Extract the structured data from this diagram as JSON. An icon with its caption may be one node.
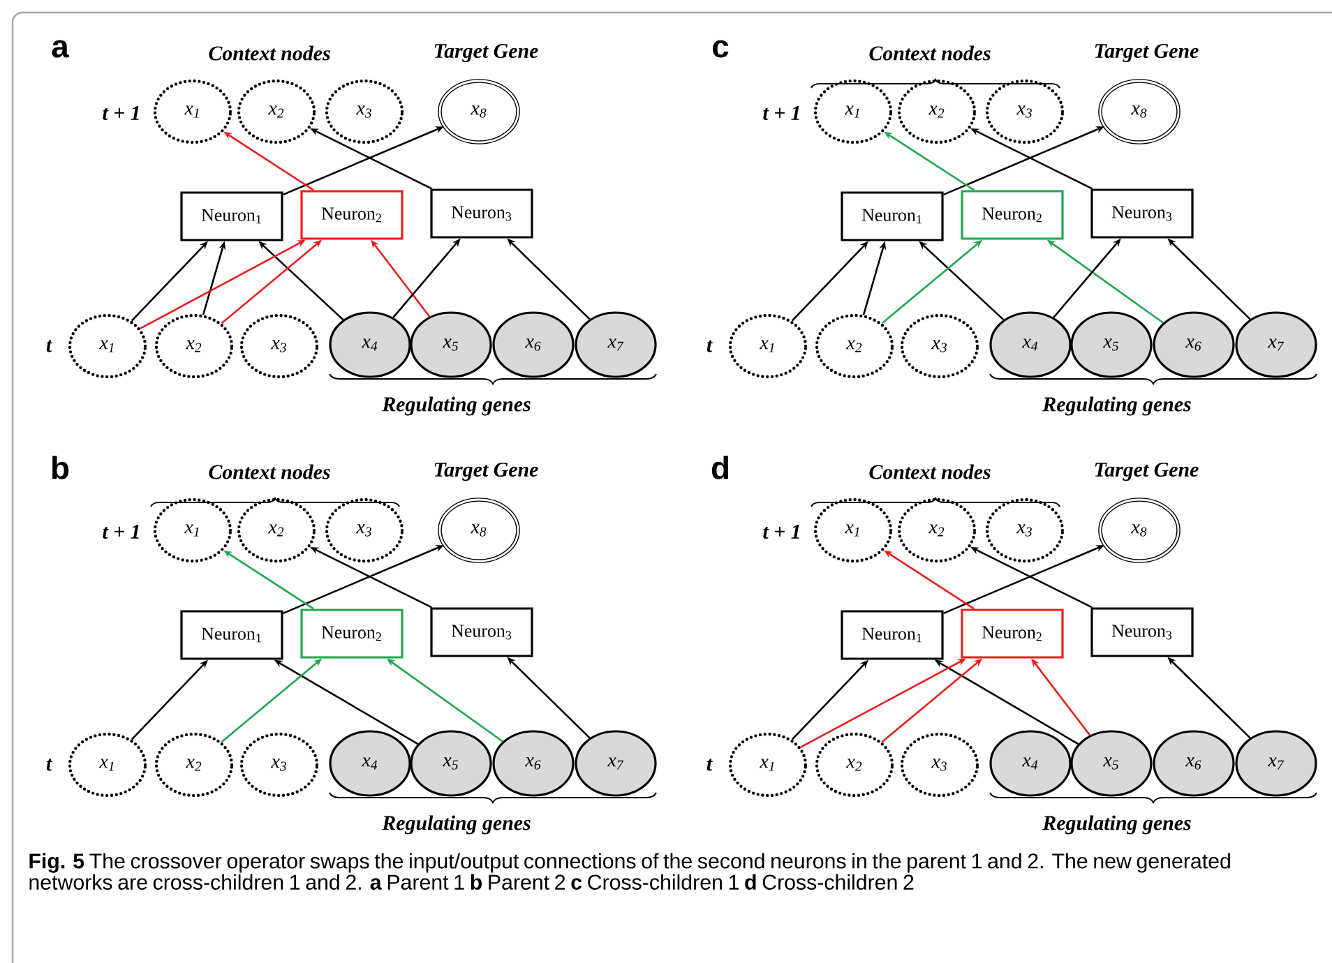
{
  "diagram": {
    "caption": "**Fig. 5** The crossover operator swaps the input/output connections of the second neurons in the parent 1 and 2. The new generated networks are cross-children 1 and 2. **a** Parent 1 **b** Parent 2 **c** Cross-children 1 **d** Cross-children 2",
    "nodes": [
      {
        "text": [
          "x$_{1}$"
        ]
      },
      {
        "text": [
          "x$_{2}$"
        ]
      },
      {
        "text": [
          "x$_{3}$"
        ]
      },
      {
        "text": [
          "x$_{8}$"
        ]
      },
      {
        "text": [
          "Neuron$_{1}$"
        ]
      },
      {
        "text": [
          "Neuron$_{2}$"
        ]
      },
      {
        "text": [
          "Neuron$_{3}$"
        ]
      },
      {
        "text": [
          "x$_{1}$"
        ]
      },
      {
        "text": [
          "x$_{2}$"
        ]
      },
      {
        "text": [
          "x$_{3}$"
        ]
      },
      {
        "text": [
          "x$_{4}$"
        ]
      },
      {
        "text": [
          "x$_{5}$"
        ]
      },
      {
        "text": [
          "x$_{6}$"
        ]
      },
      {
        "text": [
          "x$_{7}$"
        ]
      },
      {
        "text": [
          "x$_{1}$"
        ]
      },
      {
        "text": [
          "x$_{2}$"
        ]
      },
      {
        "text": [
          "x$_{3}$"
        ]
      },
      {
        "text": [
          "x$_{8}$"
        ]
      },
      {
        "text": [
          "Neuron$_{1}$"
        ]
      },
      {
        "text": [
          "Neuron$_{2}$"
        ]
      },
      {
        "text": [
          "Neuron$_{3}$"
        ]
      },
      {
        "text": [
          "x$_{1}$"
        ]
      },
      {
        "text": [
          "x$_{2}$"
        ]
      },
      {
        "text": [
          "x$_{3}$"
        ]
      },
      {
        "text": [
          "x$_{4}$"
        ]
      },
      {
        "text": [
          "x$_{5}$"
        ]
      },
      {
        "text": [
          "x$_{6}$"
        ]
      },
      {
        "text": [
          "x$_{7}$"
        ]
      },
      {
        "text": [
          "x$_{1}$"
        ]
      },
      {
        "text": [
          "x$_{2}$"
        ]
      },
      {
        "text": [
          "x$_{3}$"
        ]
      },
      {
        "text": [
          "x$_{8}$"
        ]
      },
      {
        "text": [
          "Neuron$_{1}$"
        ]
      },
      {
        "text": [
          "Neuron$_{2}$"
        ]
      },
      {
        "text": [
          "Neuron$_{3}$"
        ]
      },
      {
        "text": [
          "x$_{1}$"
        ]
      },
      {
        "text": [
          "x$_{2}$"
        ]
      },
      {
        "text": [
          "x$_{3}$"
        ]
      },
      {
        "text": [
          "x$_{4}$"
        ]
      },
      {
        "text": [
          "x$_{5}$"
        ]
      },
      {
        "text": [
          "x$_{6}$"
        ]
      },
      {
        "text": [
          "x$_{7}$"
        ]
      },
      {
        "text": [
          "x$_{1}$"
        ]
      },
      {
        "text": [
          "x$_{2}$"
        ]
      },
      {
        "text": [
          "x$_{3}$"
        ]
      },
      {
        "text": [
          "x$_{8}$"
        ]
      },
      {
        "text": [
          "Neuron$_{1}$"
        ]
      },
      {
        "text": [
          "Neuron$_{2}$"
        ]
      },
      {
        "text": [
          "Neuron$_{3}$"
        ]
      },
      {
        "text": [
          "x$_{1}$"
        ]
      },
      {
        "text": [
          "x$_{2}$"
        ]
      },
      {
        "text": [
          "x$_{3}$"
        ]
      },
      {
        "text": [
          "x$_{4}$"
        ]
      },
      {
        "text": [
          "x$_{5}$"
        ]
      },
      {
        "text": [
          "x$_{6}$"
        ]
      },
      {
        "text": [
          "x$_{7}$"
        ]
      }
    ],
    "edges": [
      {
        "from": 4,
        "to": 3,
        "arrow": "to"
      },
      {
        "from": 5,
        "to": 0,
        "arrow": "to",
        "color": "#ee1c1c"
      },
      {
        "from": 6,
        "to": 1,
        "arrow": "to"
      },
      {
        "from": 7,
        "to": 4,
        "arrow": "to"
      },
      {
        "from": 8,
        "to": 4,
        "arrow": "to"
      },
      {
        "from": 10,
        "to": 4,
        "arrow": "to"
      },
      {
        "from": 7,
        "to": 5,
        "arrow": "to",
        "color": "#ee1c1c"
      },
      {
        "from": 8,
        "to": 5,
        "arrow": "to",
        "color": "#ee1c1c"
      },
      {
        "from": 11,
        "to": 5,
        "arrow": "to",
        "color": "#ee1c1c"
      },
      {
        "from": 10,
        "to": 6,
        "arrow": "to"
      },
      {
        "from": 13,
        "to": 6,
        "arrow": "to"
      },
      {
        "from": 18,
        "to": 17,
        "arrow": "to"
      },
      {
        "from": 19,
        "to": 14,
        "arrow": "to",
        "color": "#1fa84f"
      },
      {
        "from": 20,
        "to": 15,
        "arrow": "to"
      },
      {
        "from": 21,
        "to": 18,
        "arrow": "to"
      },
      {
        "from": 22,
        "to": 18,
        "arrow": "to"
      },
      {
        "from": 24,
        "to": 18,
        "arrow": "to"
      },
      {
        "from": 22,
        "to": 19,
        "arrow": "to",
        "color": "#1fa84f"
      },
      {
        "from": 26,
        "to": 19,
        "arrow": "to",
        "color": "#1fa84f"
      },
      {
        "from": 24,
        "to": 20,
        "arrow": "to"
      },
      {
        "from": 27,
        "to": 20,
        "arrow": "to"
      },
      {
        "from": 32,
        "to": 31,
        "arrow": "to"
      },
      {
        "from": 33,
        "to": 28,
        "arrow": "to",
        "color": "#1fa84f"
      },
      {
        "from": 34,
        "to": 29,
        "arrow": "to"
      },
      {
        "from": 35,
        "to": 32,
        "arrow": "to"
      },
      {
        "from": 39,
        "to": 32,
        "arrow": "to"
      },
      {
        "from": 36,
        "to": 33,
        "arrow": "to",
        "color": "#1fa84f"
      },
      {
        "from": 40,
        "to": 33,
        "arrow": "to",
        "color": "#1fa84f"
      },
      {
        "from": 41,
        "to": 34,
        "arrow": "to"
      },
      {
        "from": 46,
        "to": 45,
        "arrow": "to"
      },
      {
        "from": 47,
        "to": 42,
        "arrow": "to",
        "color": "#ee1c1c"
      },
      {
        "from": 48,
        "to": 43,
        "arrow": "to"
      },
      {
        "from": 49,
        "to": 46,
        "arrow": "to"
      },
      {
        "from": 53,
        "to": 46,
        "arrow": "to"
      },
      {
        "from": 49,
        "to": 47,
        "arrow": "to",
        "color": "#ee1c1c"
      },
      {
        "from": 50,
        "to": 47,
        "arrow": "to",
        "color": "#ee1c1c"
      },
      {
        "from": 53,
        "to": 47,
        "arrow": "to",
        "color": "#ee1c1c"
      },
      {
        "from": 55,
        "to": 48,
        "arrow": "to"
      }
    ],
    "labels": [
      "a",
      "Context nodes",
      "Target Gene",
      "t + 1",
      "t",
      "Regulating genes",
      "c",
      "Context nodes",
      "Target Gene",
      "t + 1",
      "t",
      "Regulating genes",
      "b",
      "Context nodes",
      "Target Gene",
      "t + 1",
      "t",
      "Regulating genes",
      "d",
      "Context nodes",
      "Target Gene",
      "t + 1",
      "t",
      "Regulating genes"
    ]
  }
}
